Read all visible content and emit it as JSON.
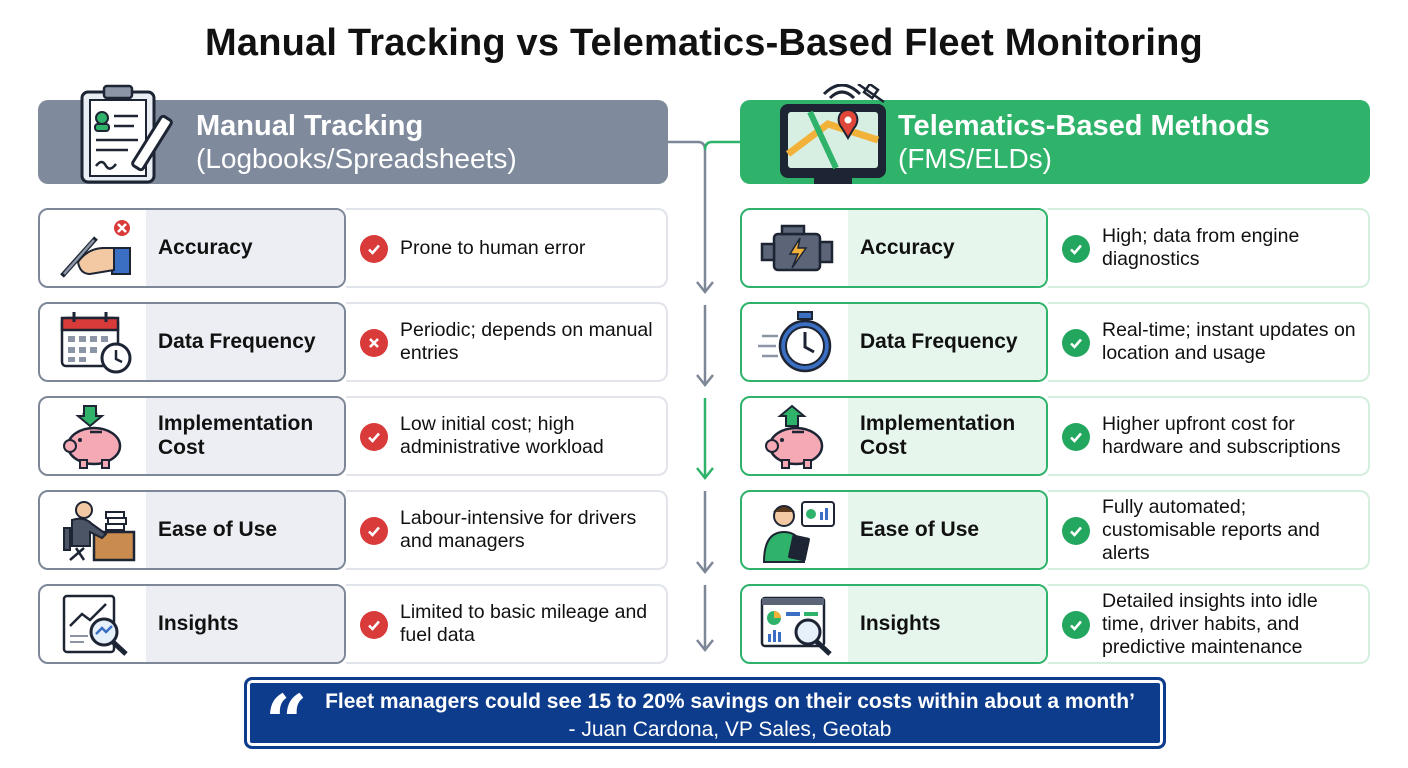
{
  "title": "Manual Tracking vs Telematics-Based Fleet Monitoring",
  "left_header": {
    "title": "Manual Tracking",
    "subtitle": "(Logbooks/Spreadsheets)",
    "icon": "clipboard-pen-icon",
    "color": "#7f8a9c"
  },
  "right_header": {
    "title": "Telematics-Based Methods",
    "subtitle": "(FMS/ELDs)",
    "icon": "gps-tablet-satellite-icon",
    "color": "#2fb36a"
  },
  "left_rows": [
    {
      "label": "Accuracy",
      "value": "Prone to human error",
      "status": "check",
      "icon": "writing-hand-error-icon"
    },
    {
      "label": "Data Frequency",
      "value": "Periodic; depends on manual entries",
      "status": "cross",
      "icon": "calendar-clock-icon"
    },
    {
      "label": "Implementation Cost",
      "value": "Low initial cost; high administrative workload",
      "status": "check",
      "icon": "piggy-bank-down-icon"
    },
    {
      "label": "Ease of Use",
      "value": "Labour-intensive for drivers and managers",
      "status": "check",
      "icon": "person-at-desk-icon"
    },
    {
      "label": "Insights",
      "value": "Limited to basic mileage and fuel data",
      "status": "check",
      "icon": "report-magnifier-icon"
    }
  ],
  "right_rows": [
    {
      "label": "Accuracy",
      "value": "High; data from engine diagnostics",
      "status": "check",
      "icon": "engine-icon"
    },
    {
      "label": "Data Frequency",
      "value": "Real-time; instant updates on location and usage",
      "status": "check",
      "icon": "stopwatch-icon"
    },
    {
      "label": "Implementation Cost",
      "value": "Higher upfront cost for hardware and subscriptions",
      "status": "check",
      "icon": "piggy-bank-up-icon"
    },
    {
      "label": "Ease of Use",
      "value": "Fully automated; customisable reports and alerts",
      "status": "check",
      "icon": "person-tablet-dashboard-icon"
    },
    {
      "label": "Insights",
      "value": "Detailed insights into idle time, driver habits, and predictive maintenance",
      "status": "check",
      "icon": "dashboard-magnifier-icon"
    }
  ],
  "quote": {
    "text": "Fleet managers could see 15 to 20% savings on their costs within about a month’",
    "attribution": "- Juan Cardona, VP Sales, Geotab",
    "icon": "quote-mark-icon"
  },
  "colors": {
    "red_mark": "#d93a3a",
    "green_mark": "#23a65e",
    "quote_bg": "#0d3c8c"
  }
}
